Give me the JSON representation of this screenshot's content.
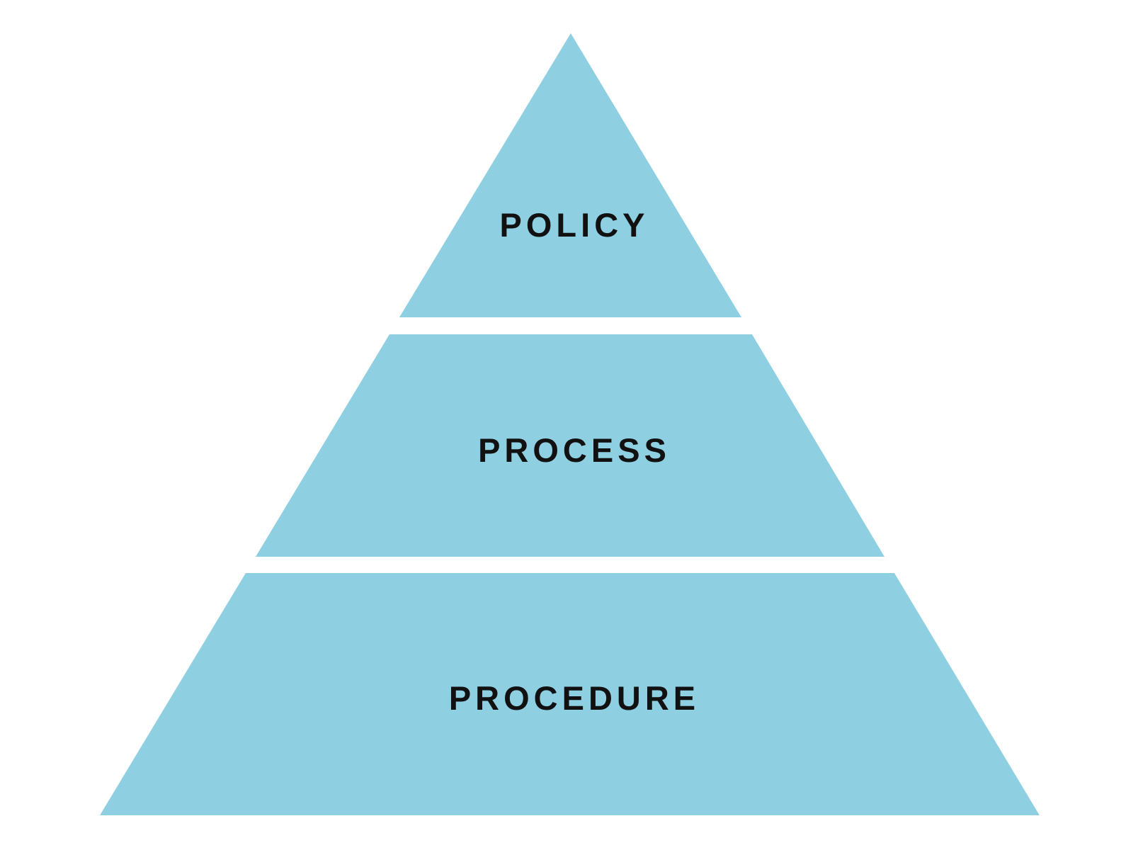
{
  "colors": {
    "tier_fill": "#8ecfe2",
    "label": "#111111"
  },
  "tiers": [
    {
      "label": "POLICY"
    },
    {
      "label": "PROCESS"
    },
    {
      "label": "PROCEDURE"
    }
  ]
}
